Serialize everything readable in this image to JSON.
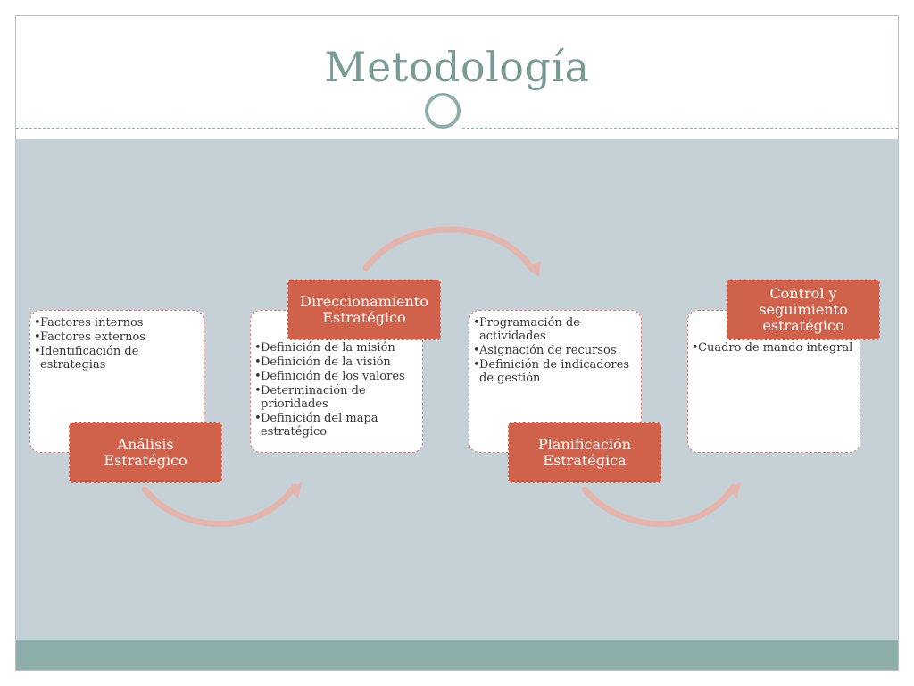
{
  "slide": {
    "title": "Metodología"
  },
  "colors": {
    "title": "#7a9a96",
    "content_bg": "#c6d1d7",
    "footer_bg": "#8eaeac",
    "label_bg": "#d0614b",
    "card_border": "#d17e72",
    "arrow": "#e3b5ad"
  },
  "stages": [
    {
      "label": "Análisis Estratégico",
      "items": [
        "Factores internos",
        "Factores externos",
        "Identificación de estrategias"
      ]
    },
    {
      "label": "Direccionamiento Estratégico",
      "items": [
        "Definición de la misión",
        "Definición de la visión",
        "Definición de los valores",
        "Determinación de prioridades",
        "Definición del mapa estratégico"
      ]
    },
    {
      "label": "Planificación Estratégica",
      "items": [
        "Programación de actividades",
        "Asignación de recursos",
        "Definición de indicadores de gestión"
      ]
    },
    {
      "label": "Control y seguimiento estratégico",
      "items": [
        "Cuadro de mando integral"
      ]
    }
  ]
}
